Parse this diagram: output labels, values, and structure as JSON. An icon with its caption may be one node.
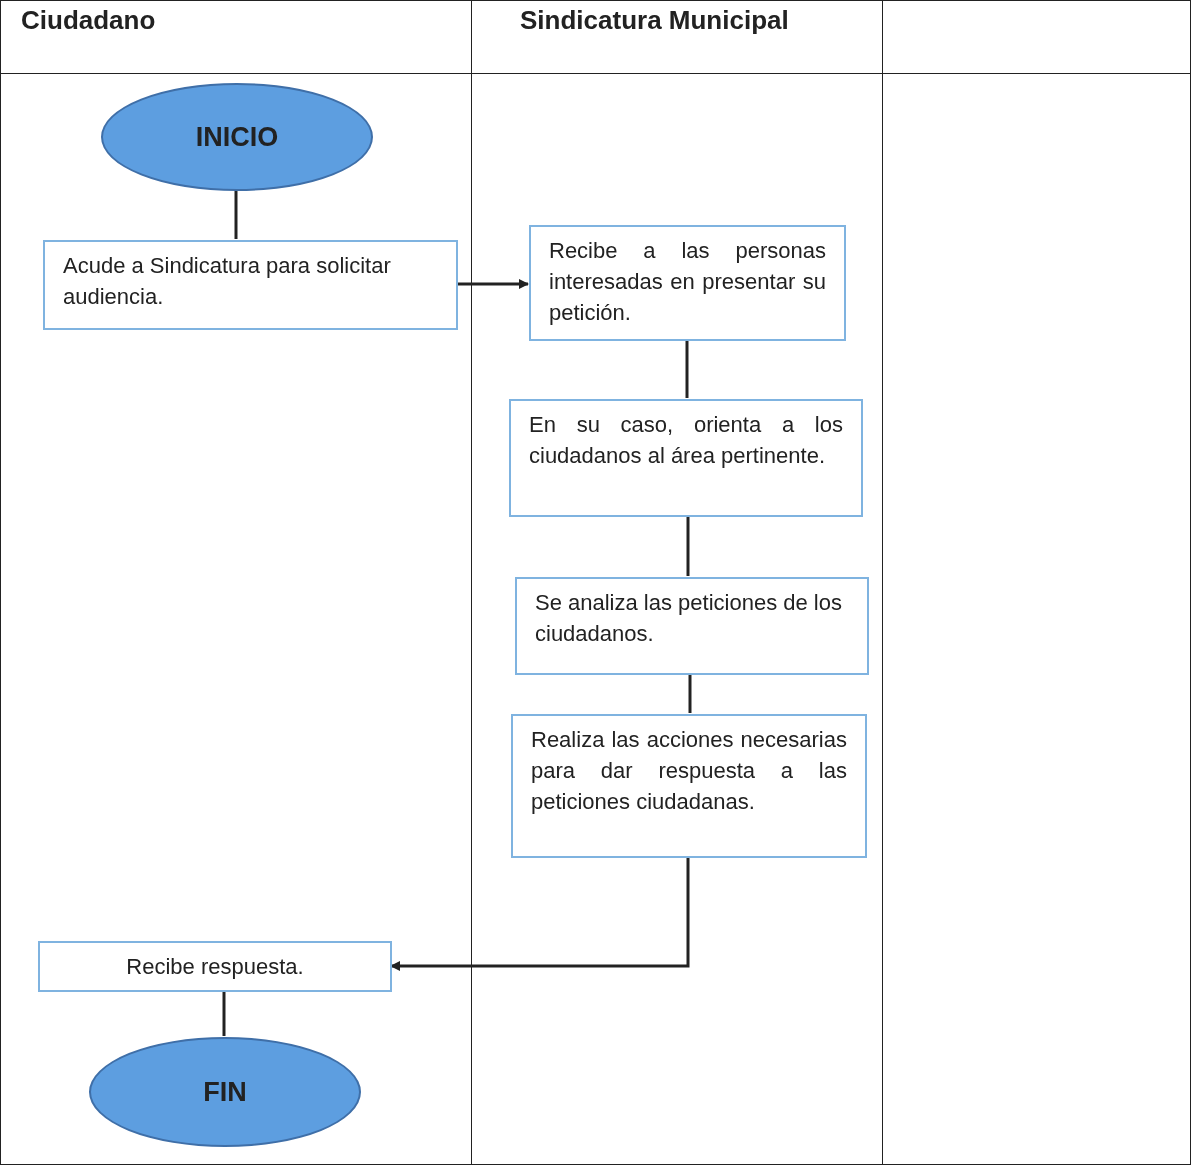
{
  "diagram": {
    "nodes": [
      {
        "text": [
          "Ciudadano"
        ]
      },
      {
        "text": [
          "Sindicatura Municipal"
        ]
      },
      {
        "text": [],
        "shape": "box"
      },
      {
        "text": [
          "INICIO"
        ],
        "in": 0
      },
      {
        "text": [
          "Acude a Sindicatura para solicitar audiencia."
        ],
        "in": 0
      },
      {
        "text": [
          "Recibe a las personas interesadas en presentar su petición."
        ],
        "in": 1
      },
      {
        "text": [
          "En su caso, orienta a los ciudadanos al área pertinente."
        ],
        "in": 1
      },
      {
        "text": [
          "Se analiza las peticiones de los ciudadanos."
        ],
        "in": 1
      },
      {
        "text": [
          "Realiza las acciones necesarias para dar respuesta a las peticiones ciudadanas."
        ],
        "in": 1
      },
      {
        "text": [
          "Recibe respuesta."
        ],
        "in": 0
      },
      {
        "text": [
          "FIN"
        ],
        "in": 0
      }
    ],
    "edges": [
      {
        "from": 3,
        "to": 4,
        "arrow": "none"
      },
      {
        "from": 4,
        "to": 5,
        "arrow": "to"
      },
      {
        "from": 5,
        "to": 6,
        "arrow": "none"
      },
      {
        "from": 6,
        "to": 7,
        "arrow": "none"
      },
      {
        "from": 7,
        "to": 8,
        "arrow": "none"
      },
      {
        "from": 8,
        "to": 9,
        "arrow": "to"
      },
      {
        "from": 9,
        "to": 10,
        "arrow": "none"
      }
    ]
  }
}
